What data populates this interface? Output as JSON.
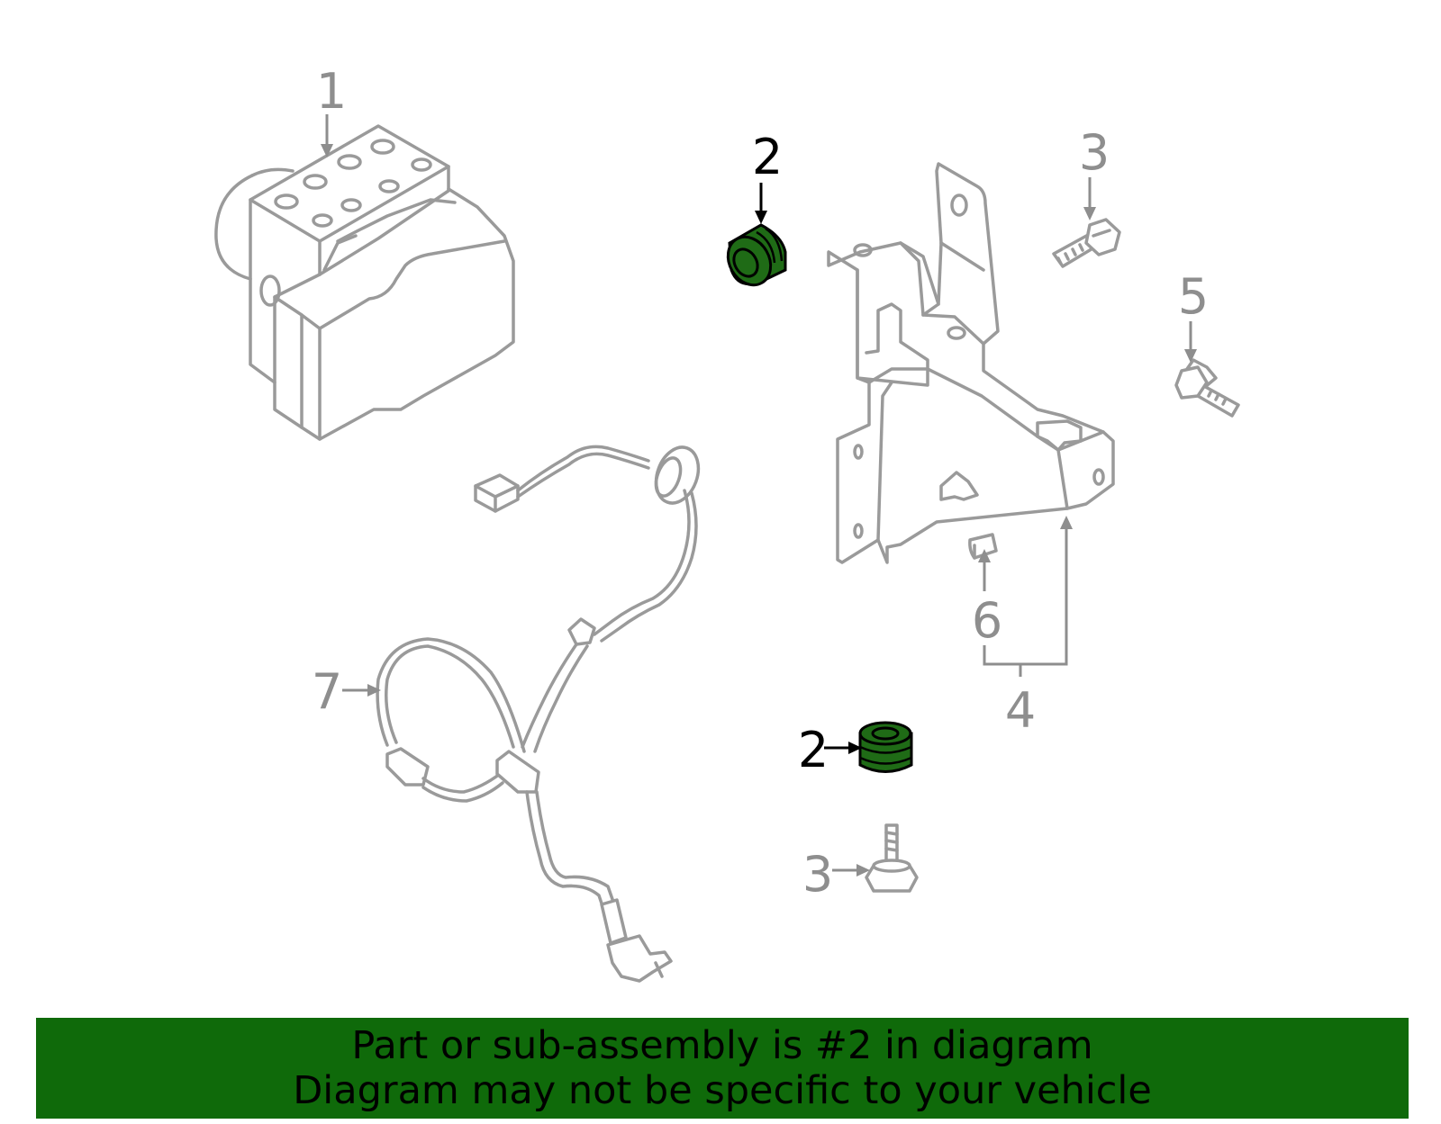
{
  "callouts": [
    {
      "id": "1",
      "text": "1"
    },
    {
      "id": "2a",
      "text": "2"
    },
    {
      "id": "3a",
      "text": "3"
    },
    {
      "id": "5",
      "text": "5"
    },
    {
      "id": "6",
      "text": "6"
    },
    {
      "id": "4",
      "text": "4"
    },
    {
      "id": "7",
      "text": "7"
    },
    {
      "id": "2b",
      "text": "2"
    },
    {
      "id": "3b",
      "text": "3"
    }
  ],
  "colors": {
    "highlight": "#1f6b16",
    "banner": "#0f6a0a",
    "line": "#9a9a9a"
  },
  "banner": {
    "line1": "Part or sub-assembly is #2 in diagram",
    "line2": "Diagram may not be specific to your vehicle"
  }
}
